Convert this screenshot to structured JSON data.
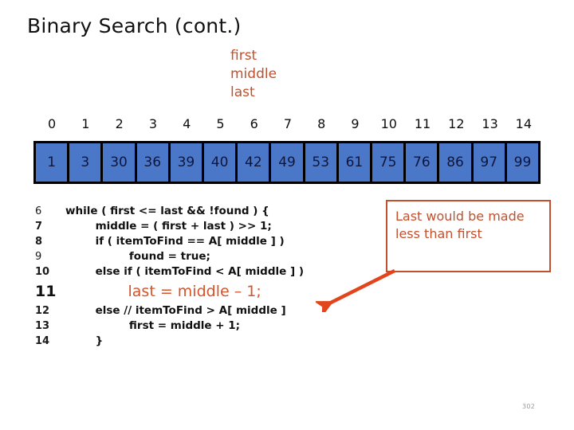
{
  "slide": {
    "title": "Binary Search (cont.)",
    "page_number": "302",
    "background_color": "#ffffff"
  },
  "colors": {
    "accent_red": "#C0512E",
    "highlight_red": "#D4542B",
    "arrow_orange": "#E2451B",
    "cell_blue": "#4A77C8",
    "cell_border": "#000000",
    "page_number_gray": "#9a9a9a"
  },
  "pointer_labels": [
    {
      "name": "first",
      "label": "first"
    },
    {
      "name": "middle",
      "label": "middle"
    },
    {
      "name": "last",
      "label": "last"
    }
  ],
  "array": {
    "indices": [
      "0",
      "1",
      "2",
      "3",
      "4",
      "5",
      "6",
      "7",
      "8",
      "9",
      "10",
      "11",
      "12",
      "13",
      "14"
    ],
    "values": [
      "1",
      "3",
      "30",
      "36",
      "39",
      "40",
      "42",
      "49",
      "53",
      "61",
      "75",
      "76",
      "86",
      "97",
      "99"
    ]
  },
  "code": {
    "lines": [
      {
        "no": "6",
        "text": "while ( first <= last && !found ) {",
        "highlight": false
      },
      {
        "no": "7",
        "text": "        middle = ( first + last ) >> 1;",
        "highlight": false
      },
      {
        "no": "8",
        "text": "        if ( itemToFind == A[ middle ] )",
        "highlight": false
      },
      {
        "no": "9",
        "text": "                 found = true;",
        "highlight": false
      },
      {
        "no": "10",
        "text": "        else if ( itemToFind < A[ middle ] )",
        "highlight": false
      },
      {
        "no": "11",
        "text": "             last = middle – 1;",
        "highlight": true
      },
      {
        "no": "12",
        "text": "        else // itemToFind > A[ middle ]",
        "highlight": false
      },
      {
        "no": "13",
        "text": "                 first = middle + 1;",
        "highlight": false
      },
      {
        "no": "14",
        "text": "        }",
        "highlight": false
      }
    ]
  },
  "callout": {
    "line1": "Last would be made",
    "line2": "less than first"
  }
}
